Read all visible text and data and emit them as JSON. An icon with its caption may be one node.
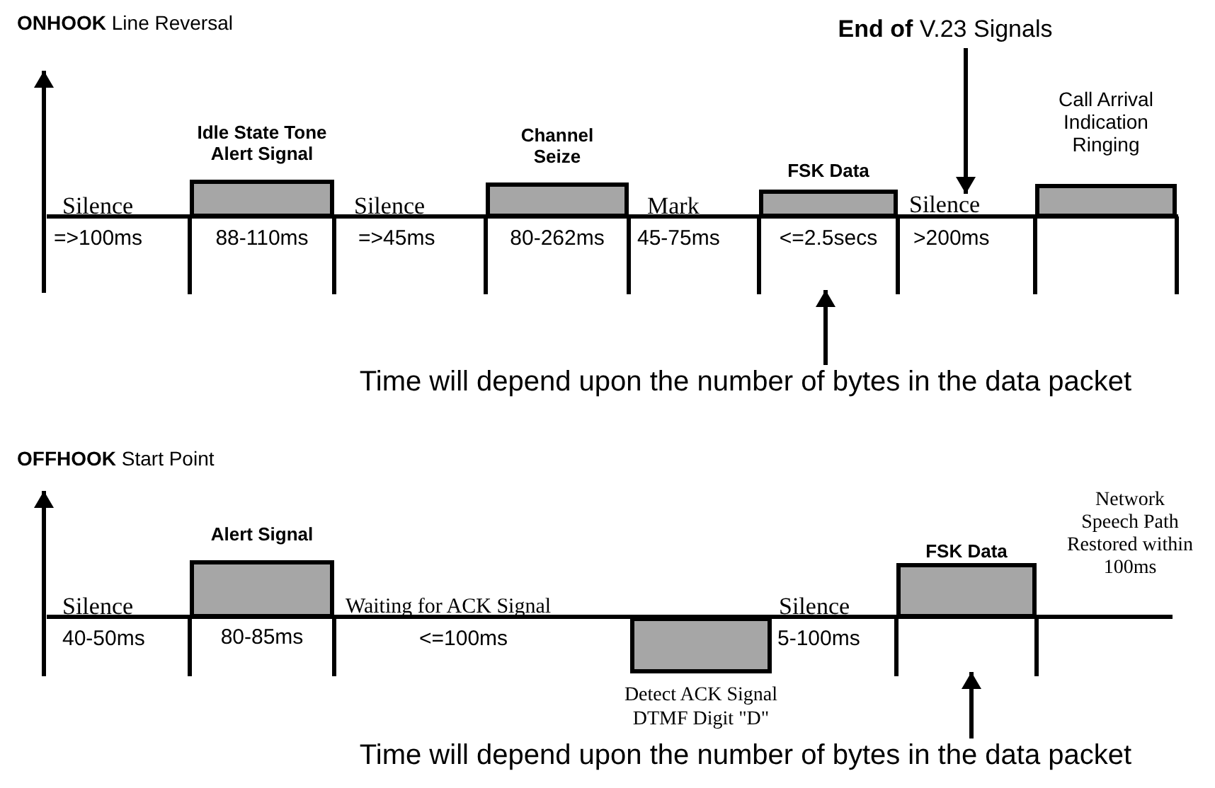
{
  "diagram": {
    "nodes": [
      {
        "text": [
          "Idle State Tone Alert Signal"
        ],
        "beside": [
          "88-110ms"
        ]
      },
      {
        "text": [
          "Channel Seize"
        ],
        "beside": [
          "80-262ms"
        ]
      },
      {
        "text": [
          "FSK Data"
        ],
        "beside": [
          "<=2.5secs"
        ]
      },
      {
        "text": [
          "Call Arrival Indication Ringing"
        ]
      },
      {
        "text": [
          "**End of** V.23 Signals"
        ]
      },
      {
        "text": [
          "Time will depend upon the number of bytes in the data packet"
        ]
      },
      {
        "text": [
          "Alert Signal"
        ],
        "beside": [
          "80-85ms"
        ]
      },
      {
        "text": [
          "Detect ACK Signal DTMF Digit \"D\""
        ]
      },
      {
        "text": [
          "FSK Data"
        ]
      },
      {
        "text": [
          "Time will depend upon the number of bytes in the data packet"
        ]
      },
      {
        "text": [
          "Silence"
        ]
      }
    ],
    "edges": [
      {
        "from": 5,
        "to": 2,
        "arrow": "to"
      },
      {
        "from": 9,
        "to": 8,
        "arrow": "to"
      },
      {
        "from": 4,
        "to": 10,
        "arrow": "to"
      }
    ],
    "labels": [
      "**ONHOOK** Line Reversal",
      "Silence",
      "Silence",
      "Mark",
      "=>100ms",
      "=>45ms",
      "45-75ms",
      ">200ms",
      "**OFFHOOK** Start Point",
      "Network Speech Path Restored within 100ms",
      "Silence",
      "Waiting for ACK Signal",
      "Silence",
      "40-50ms",
      "<=100ms",
      "5-100ms"
    ]
  }
}
